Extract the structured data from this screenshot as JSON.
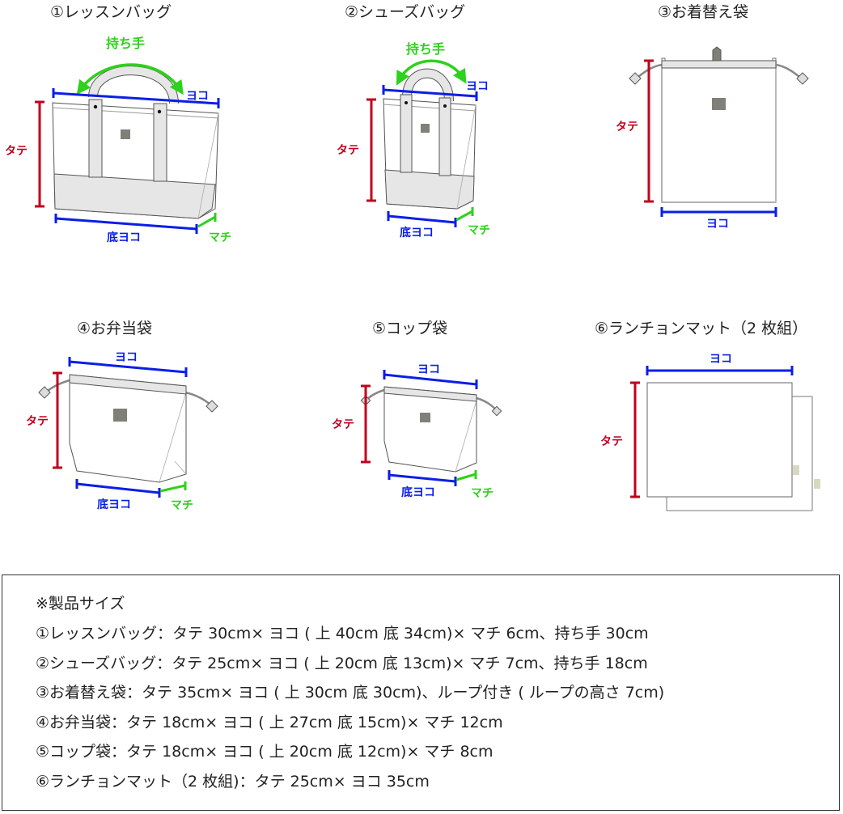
{
  "colors": {
    "tate": "#c0001e",
    "yoko": "#0a1ee6",
    "machi": "#2ed11b",
    "outline": "#555555",
    "fill_light": "#e6e6e6",
    "logo": "#808078"
  },
  "items": [
    {
      "title": "①レッスンバッグ",
      "labels": {
        "handle": "持ち手",
        "yoko": "ヨコ",
        "tate": "タテ",
        "bottom_yoko": "底ヨコ",
        "machi": "マチ"
      }
    },
    {
      "title": "②シューズバッグ",
      "labels": {
        "handle": "持ち手",
        "yoko": "ヨコ",
        "tate": "タテ",
        "bottom_yoko": "底ヨコ",
        "machi": "マチ"
      }
    },
    {
      "title": "③お着替え袋",
      "labels": {
        "tate": "タテ",
        "yoko": "ヨコ"
      }
    },
    {
      "title": "④お弁当袋",
      "labels": {
        "yoko": "ヨコ",
        "tate": "タテ",
        "bottom_yoko": "底ヨコ",
        "machi": "マチ"
      }
    },
    {
      "title": "⑤コップ袋",
      "labels": {
        "yoko": "ヨコ",
        "tate": "タテ",
        "bottom_yoko": "底ヨコ",
        "machi": "マチ"
      }
    },
    {
      "title": "⑥ランチョンマット（2 枚組）",
      "labels": {
        "yoko": "ヨコ",
        "tate": "タテ"
      }
    }
  ],
  "specs": {
    "heading": "※製品サイズ",
    "lines": [
      "①レッスンバッグ：タテ 30cm× ヨコ ( 上 40cm 底 34cm)× マチ 6cm、持ち手 30cm",
      "②シューズバッグ：タテ 25cm× ヨコ ( 上 20cm 底 13cm)× マチ 7cm、持ち手 18cm",
      "③お着替え袋：タテ 35cm× ヨコ ( 上 30cm 底 30cm)、ループ付き ( ループの高さ 7cm)",
      "④お弁当袋：タテ 18cm× ヨコ ( 上 27cm 底 15cm)× マチ 12cm",
      "⑤コップ袋：タテ 18cm× ヨコ ( 上 20cm 底 12cm)× マチ 8cm",
      "⑥ランチョンマット（2 枚組)：タテ 25cm× ヨコ 35cm"
    ]
  }
}
